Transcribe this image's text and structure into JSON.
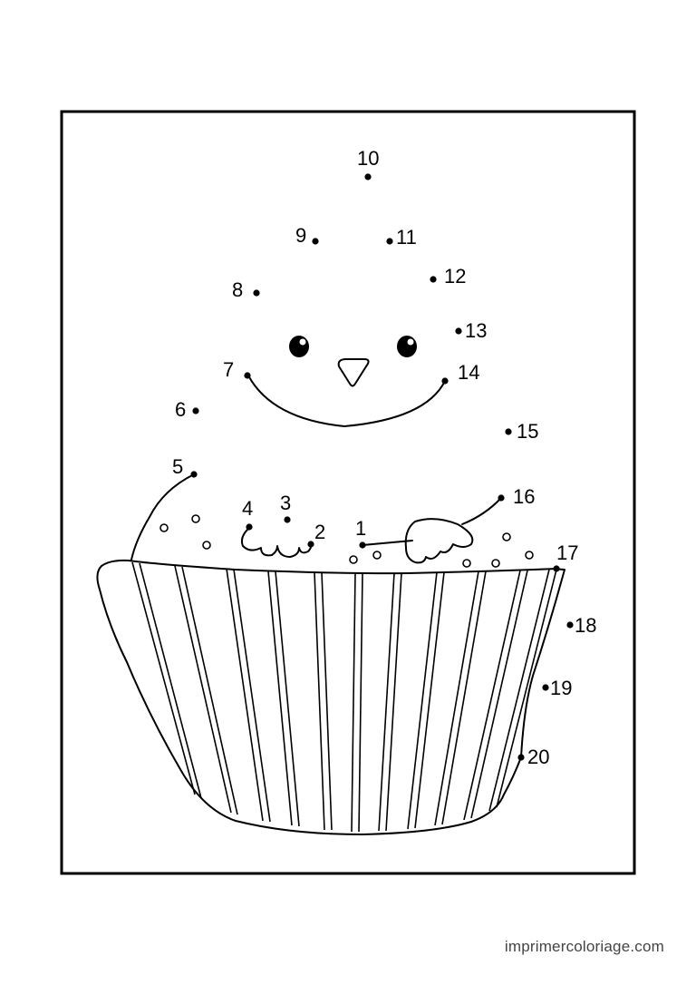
{
  "watermark": "imprimercoloriage.com",
  "dots": [
    {
      "n": "1"
    },
    {
      "n": "2"
    },
    {
      "n": "3"
    },
    {
      "n": "4"
    },
    {
      "n": "5"
    },
    {
      "n": "6"
    },
    {
      "n": "7"
    },
    {
      "n": "8"
    },
    {
      "n": "9"
    },
    {
      "n": "10"
    },
    {
      "n": "11"
    },
    {
      "n": "12"
    },
    {
      "n": "13"
    },
    {
      "n": "14"
    },
    {
      "n": "15"
    },
    {
      "n": "16"
    },
    {
      "n": "17"
    },
    {
      "n": "18"
    },
    {
      "n": "19"
    },
    {
      "n": "20"
    }
  ]
}
